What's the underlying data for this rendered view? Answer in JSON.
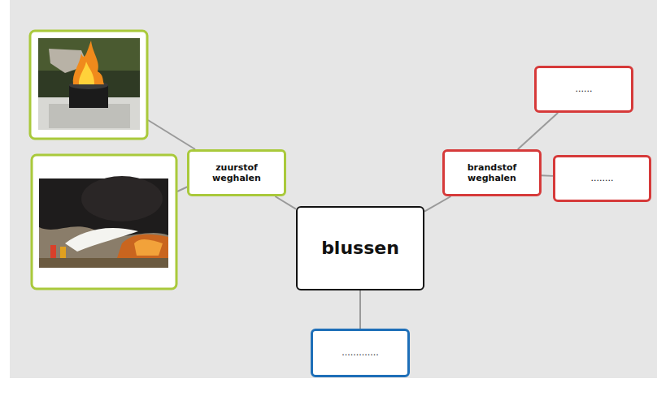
{
  "diagram": {
    "nodes": [
      {
        "text": [
          "blussen"
        ]
      },
      {
        "text": [
          "zuurstof weghalen"
        ]
      },
      {
        "text": [
          "brandstof weghalen"
        ]
      },
      {
        "text": [
          "......"
        ]
      },
      {
        "text": [
          "........"
        ]
      },
      {
        "text": [
          "............."
        ]
      }
    ],
    "edges": [
      {
        "from": 0,
        "to": 1,
        "arrow": "none"
      },
      {
        "from": 0,
        "to": 2,
        "arrow": "none"
      },
      {
        "from": 0,
        "to": 5,
        "arrow": "none"
      },
      {
        "from": 2,
        "to": 3,
        "arrow": "none"
      },
      {
        "from": 2,
        "to": 4,
        "arrow": "none"
      }
    ]
  }
}
